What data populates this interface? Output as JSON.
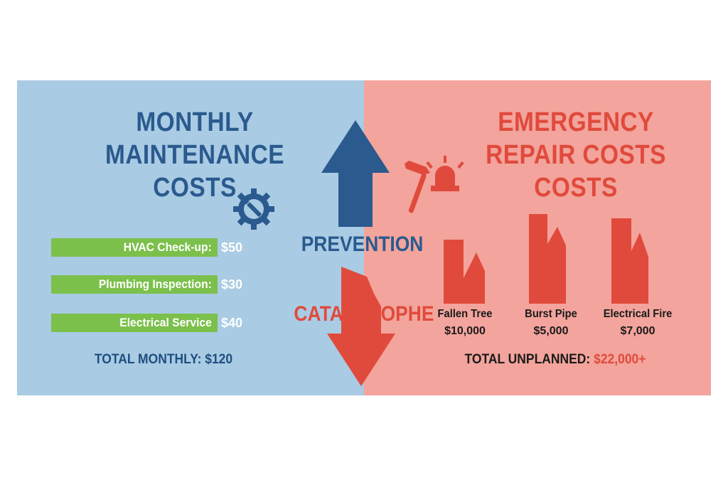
{
  "colors": {
    "left_background": "#a9cbe3",
    "right_background": "#f3a49c",
    "blue_accent": "#2a5a8e",
    "red_accent": "#e04a3c",
    "bar_green": "#7cc04c"
  },
  "left": {
    "title_lines": [
      "MONTHLY",
      "MAINTENANCE",
      "COSTS"
    ],
    "icon": "gear-wrench-icon",
    "items": [
      {
        "label": "HVAC Check-up:",
        "cost": "$50"
      },
      {
        "label": "Plumbing Inspection:",
        "cost": "$30"
      },
      {
        "label": "Electrical Service",
        "cost": "$40"
      }
    ],
    "total": "TOTAL MONTHLY: $120"
  },
  "center": {
    "top_word": "PREVENTION",
    "bottom_word": "CATASTROPHE",
    "up_arrow_icon": "up-arrow-icon",
    "down_arrow_icon": "down-arrow-icon"
  },
  "right": {
    "title_lines": [
      "EMERGENCY",
      "REPAIR COSTS",
      "COSTS"
    ],
    "icons": [
      "hammer-icon",
      "siren-icon"
    ],
    "items": [
      {
        "name": "Fallen Tree",
        "cost": "$10,000"
      },
      {
        "name": "Burst Pipe",
        "cost": "$5,000"
      },
      {
        "name": "Electrical Fire",
        "cost": "$7,000"
      }
    ],
    "total_label": "TOTAL UNPLANNED:",
    "total_value": "$22,000+"
  }
}
